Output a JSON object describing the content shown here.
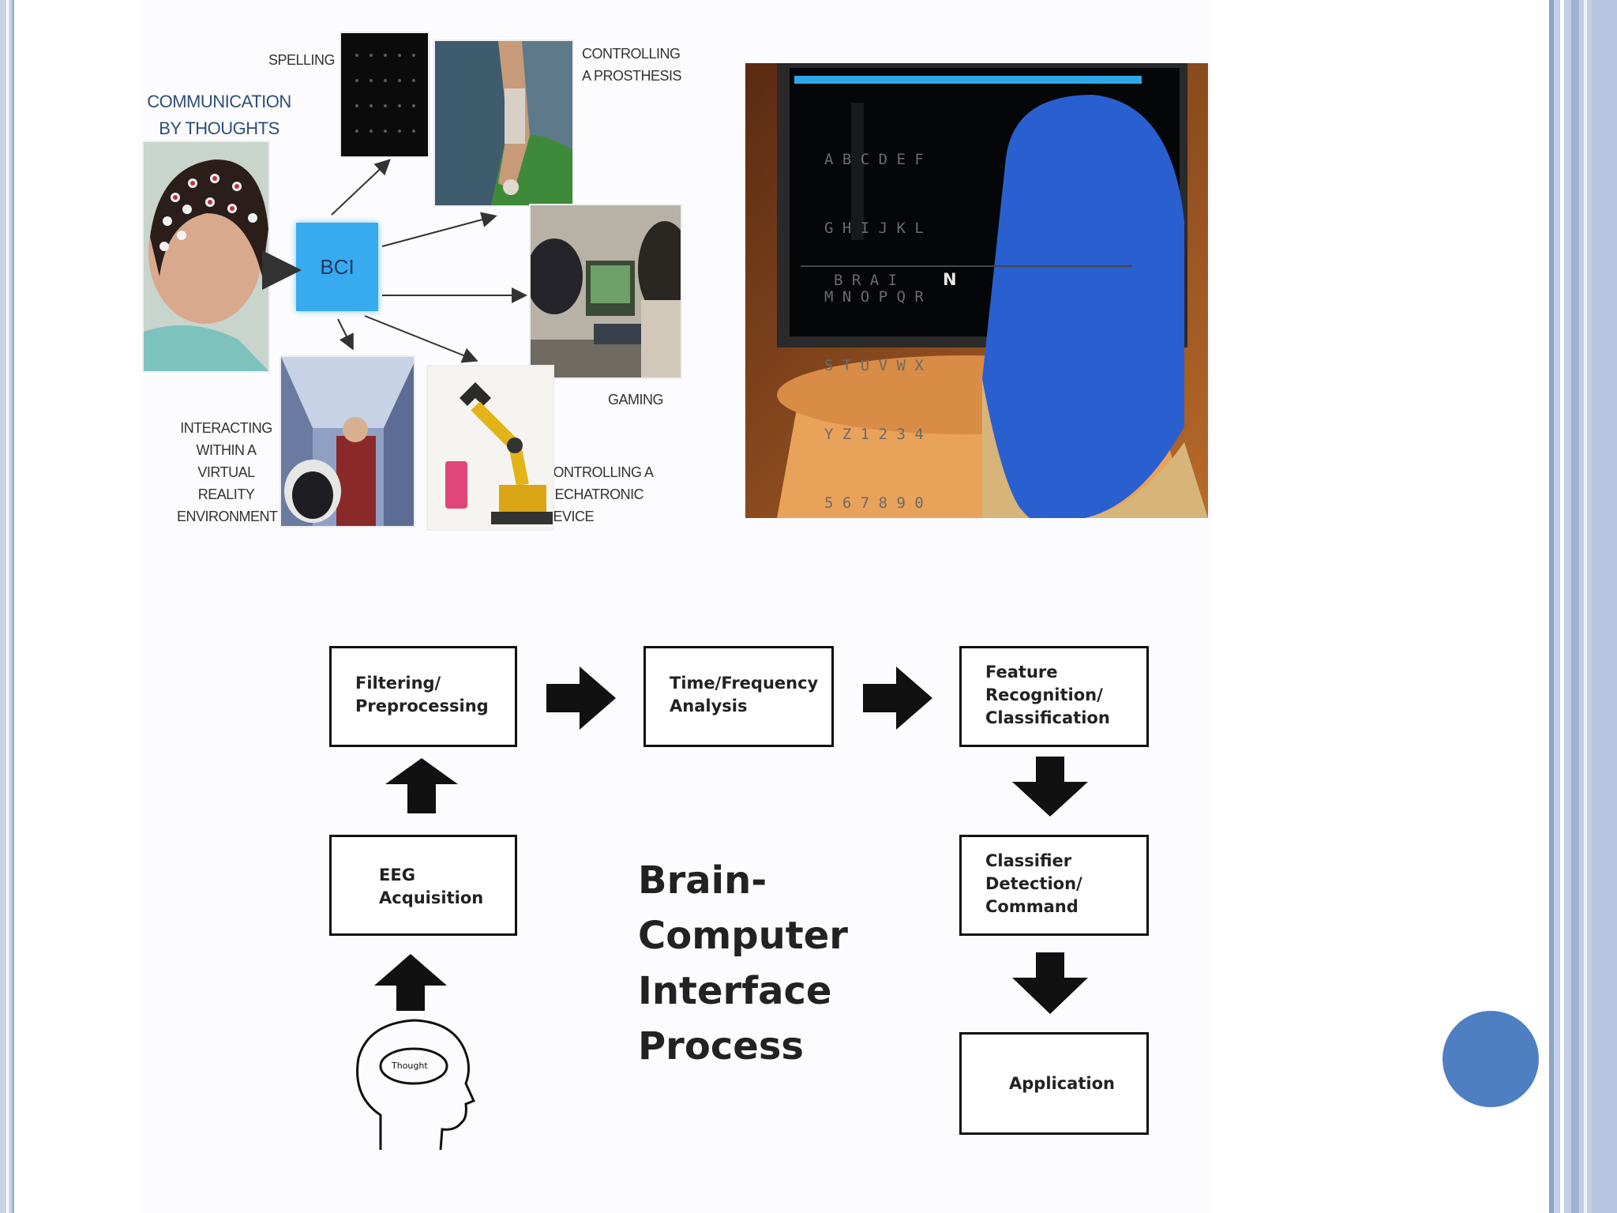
{
  "colors": {
    "accent_circle": "#4f7fc3",
    "bci_box": "#37aaf0",
    "frame": "#c3cfe4"
  },
  "top_left_figure": {
    "communication": "COMMUNICATION\nBY THOUGHTS",
    "spelling": "SPELLING",
    "prosthesis": "CONTROLLING\nA PROSTHESIS",
    "bci": "BCI",
    "gaming": "GAMING",
    "virtual_reality": "INTERACTING\nWITHIN A\nVIRTUAL\nREALITY\nENVIRONMENT",
    "mechatronic": "CONTROLLING A\nMECHATRONIC\nDEVICE"
  },
  "speller_photo": {
    "grid_rows": [
      "A B C D E F",
      "G H I J K L",
      "M N O P Q R",
      "S T U V W X",
      "Y Z 1 2 3 4",
      "5 6 7 8 9 0"
    ],
    "typed": "B R A I",
    "current": "N"
  },
  "flow": {
    "filtering": "Filtering/\nPreprocessing",
    "time_freq": "Time/Frequency\nAnalysis",
    "feature": "Feature\nRecognition/\nClassification",
    "eeg": "EEG\nAcquisition",
    "classifier": "Classifier\nDetection/\nCommand",
    "application": "Application",
    "thought": "Thought",
    "title": "Brain-\nComputer\nInterface\nProcess"
  }
}
